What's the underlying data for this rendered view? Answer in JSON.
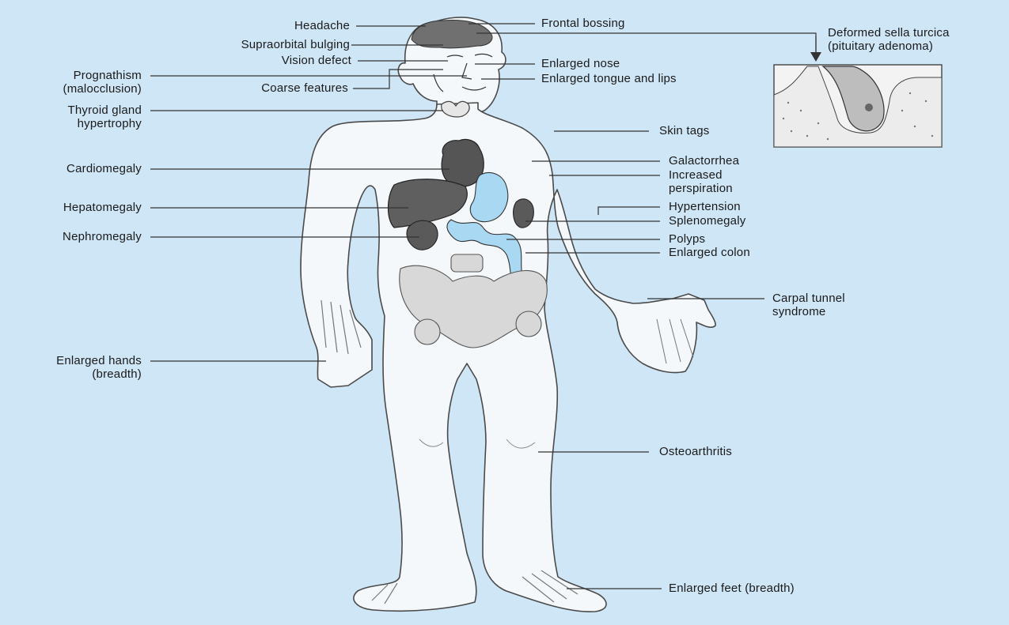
{
  "colors": {
    "background": "#cfe6f6",
    "body_fill": "#f5f8fa",
    "outline": "#4a4a4a",
    "organ_dark": "#5a5a5a",
    "intestine_blue": "#a8d8f2",
    "bone_gray": "#d8d8d8"
  },
  "labels": {
    "headache": "Headache",
    "supraorbital_bulging": "Supraorbital bulging",
    "vision_defect": "Vision defect",
    "prognathism": "Prognathism\n(malocclusion)",
    "coarse_features": "Coarse features",
    "thyroid": "Thyroid gland\nhypertrophy",
    "cardiomegaly": "Cardiomegaly",
    "hepatomegaly": "Hepatomegaly",
    "nephromegaly": "Nephromegaly",
    "enlarged_hands": "Enlarged hands\n(breadth)",
    "frontal_bossing": "Frontal bossing",
    "enlarged_nose": "Enlarged nose",
    "enlarged_tongue": "Enlarged tongue and lips",
    "skin_tags": "Skin tags",
    "galactorrhea": "Galactorrhea",
    "increased_perspiration": "Increased\nperspiration",
    "hypertension": "Hypertension",
    "splenomegaly": "Splenomegaly",
    "polyps": "Polyps",
    "enlarged_colon": "Enlarged colon",
    "carpal_tunnel": "Carpal tunnel\nsyndrome",
    "osteoarthritis": "Osteoarthritis",
    "enlarged_feet": "Enlarged feet (breadth)",
    "sella_turcica": "Deformed sella turcica\n(pituitary adenoma)"
  }
}
